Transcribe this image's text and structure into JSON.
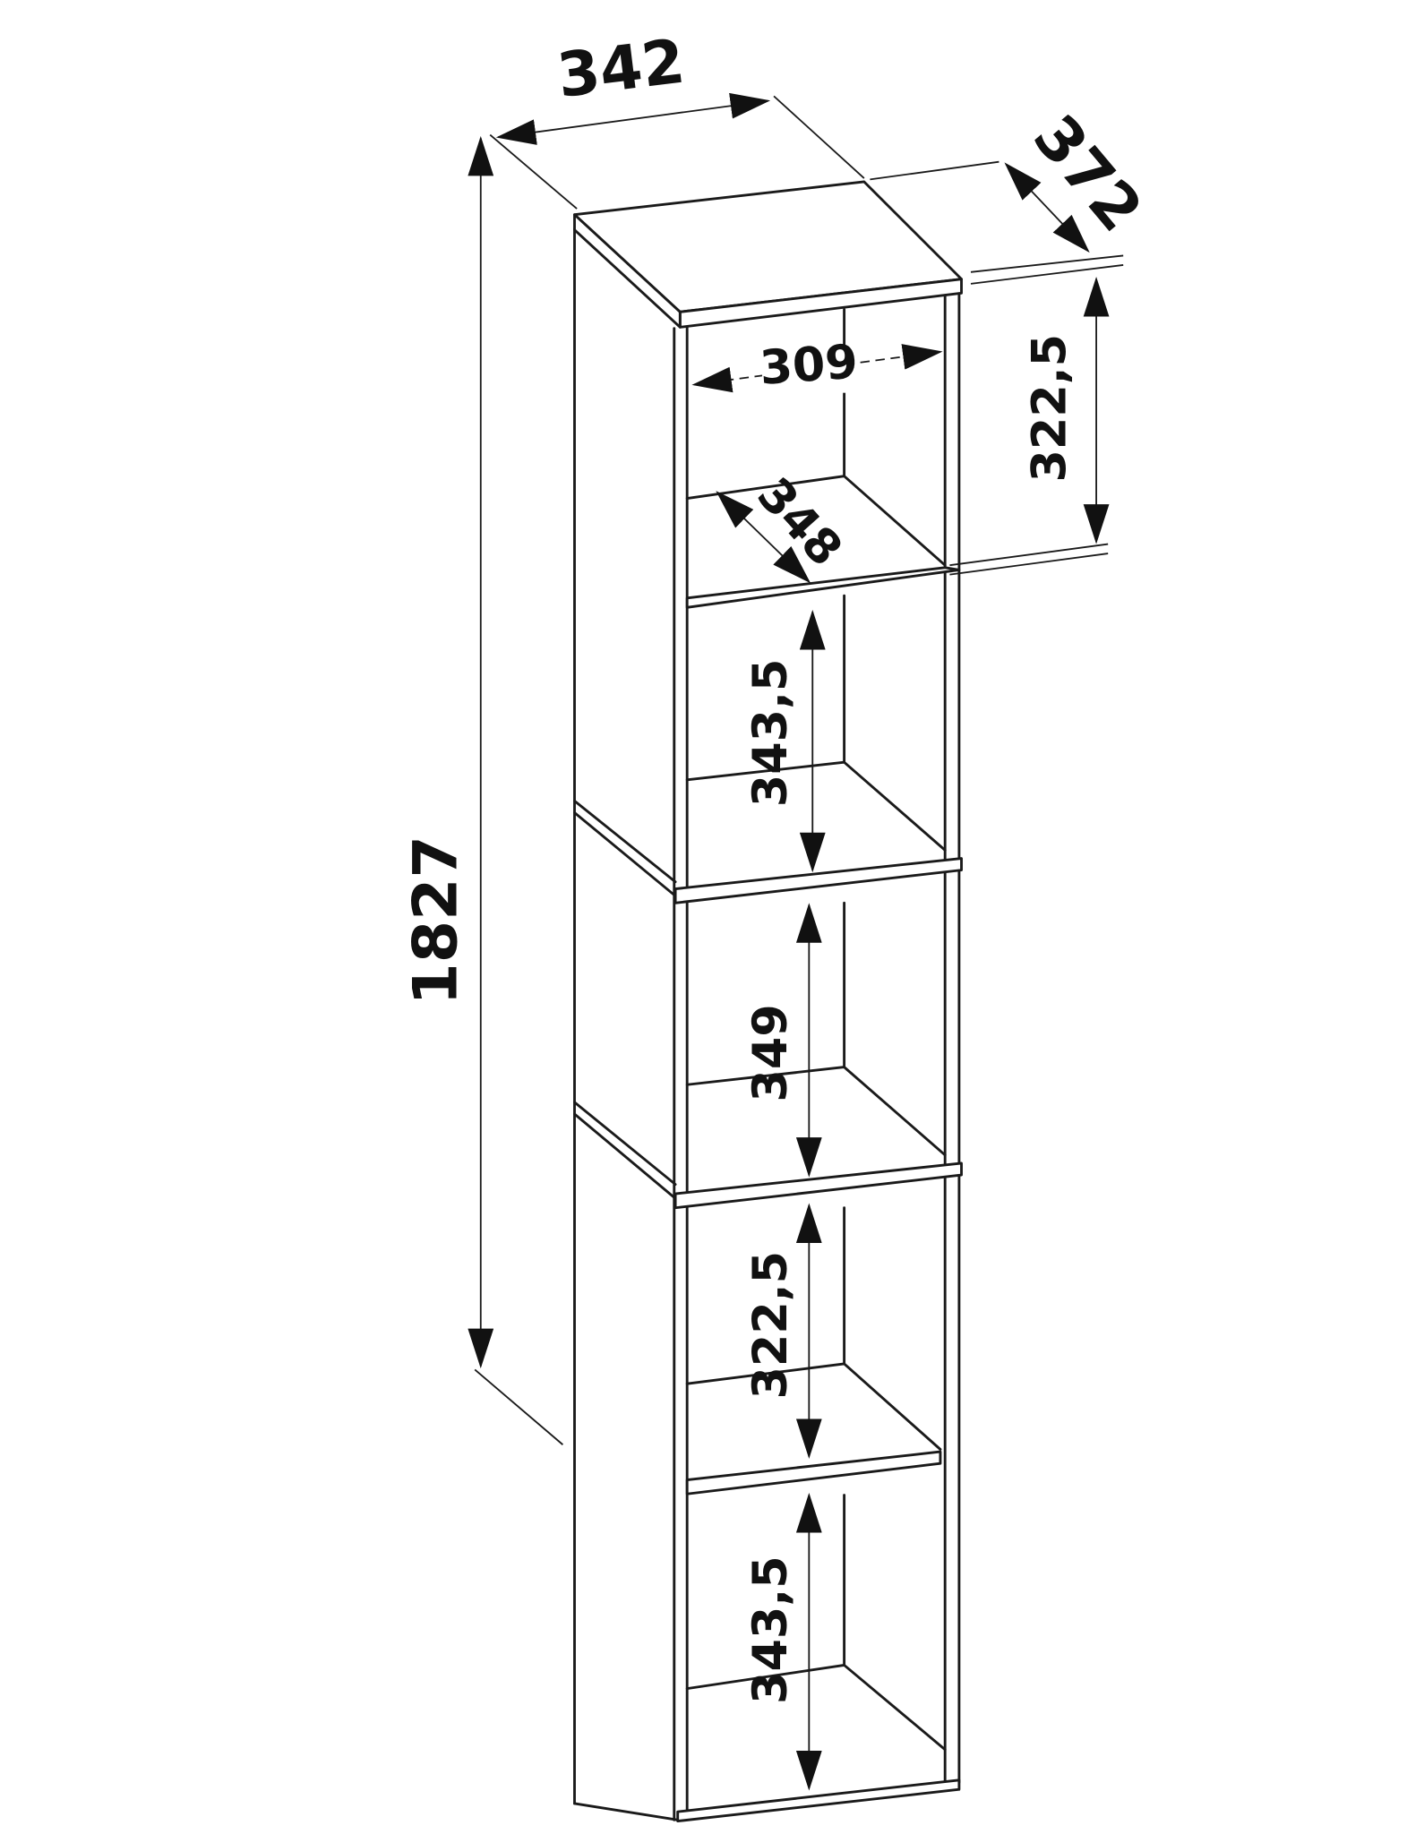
{
  "dimensions": {
    "overall_width": "342",
    "overall_depth": "372",
    "overall_height": "1827",
    "inner_width": "309",
    "shelf_depth": "348",
    "top_compartment_height": "322,5",
    "compartment_2_height": "343,5",
    "compartment_3_height": "349",
    "compartment_4_height": "322,5",
    "compartment_5_height": "343,5"
  }
}
